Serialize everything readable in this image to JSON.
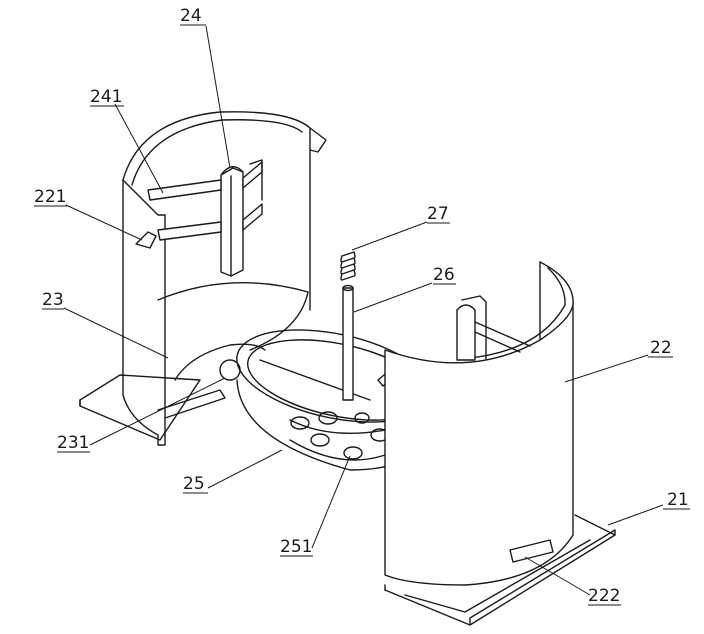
{
  "labels": {
    "l24": "24",
    "l241": "241",
    "l221": "221",
    "l23": "23",
    "l231": "231",
    "l27": "27",
    "l26": "26",
    "l22": "22",
    "l25": "25",
    "l251": "251",
    "l21": "21",
    "l222": "222"
  }
}
